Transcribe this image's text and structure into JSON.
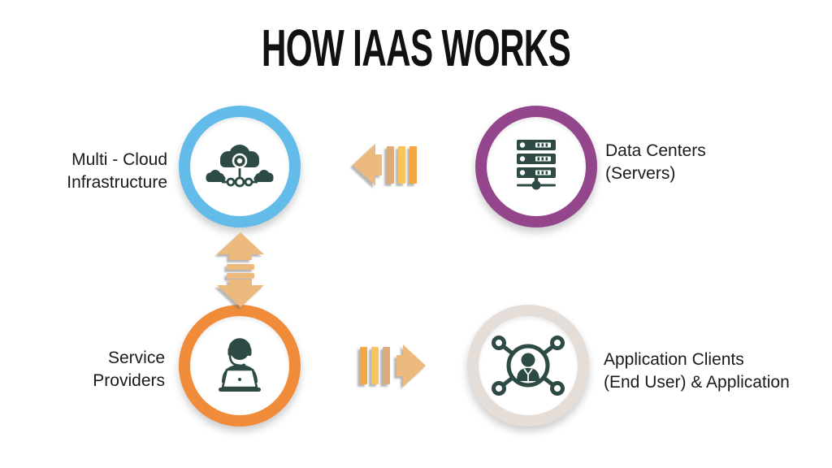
{
  "title": "HOW IAAS WORKS",
  "nodes": {
    "multi_cloud": {
      "line1": "Multi - Cloud",
      "line2": "Infrastructure",
      "ring_color": "#62BBE8",
      "icon": "multi-cloud-network-icon"
    },
    "data_centers": {
      "line1": "Data Centers",
      "line2": "(Servers)",
      "ring_color": "#94468D",
      "icon": "server-rack-icon"
    },
    "service_providers": {
      "line1": "Service",
      "line2": "Providers",
      "ring_color": "#F08B3A",
      "icon": "support-agent-icon"
    },
    "application_clients": {
      "line1": "Application Clients",
      "line2": "(End User) & Application",
      "ring_color": "#E4DDD8",
      "icon": "networked-user-icon"
    }
  },
  "arrows": {
    "data_centers_to_multi_cloud": {
      "direction": "left"
    },
    "multi_cloud_and_service_providers": {
      "direction": "bidirectional-vertical"
    },
    "service_providers_to_application_clients": {
      "direction": "right"
    }
  },
  "colors": {
    "background": "#FFFFFF",
    "title_text": "#111111",
    "label_text": "#1A1A1A",
    "icon": "#2D4A44",
    "arrow_head_tan": "#EDBA7E",
    "arrow_bar_tan": "#DCAC78",
    "arrow_bar_yellow": "#F8C45C",
    "arrow_bar_orange": "#F5A541"
  }
}
